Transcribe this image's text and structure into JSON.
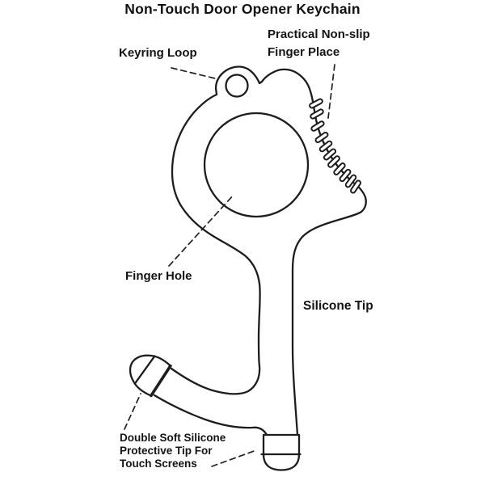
{
  "title": "Non-Touch Door Opener Keychain",
  "labels": {
    "keyring_loop": "Keyring Loop",
    "finger_place": "Practical Non-slip\nFinger Place",
    "finger_hole": "Finger Hole",
    "silicone_tip": "Silicone Tip",
    "protective_tip": "Double Soft Silicone\nProtective Tip For\nTouch Screens"
  },
  "style": {
    "line_color": "#1d1d1d",
    "text_color": "#141414",
    "background": "#ffffff"
  }
}
